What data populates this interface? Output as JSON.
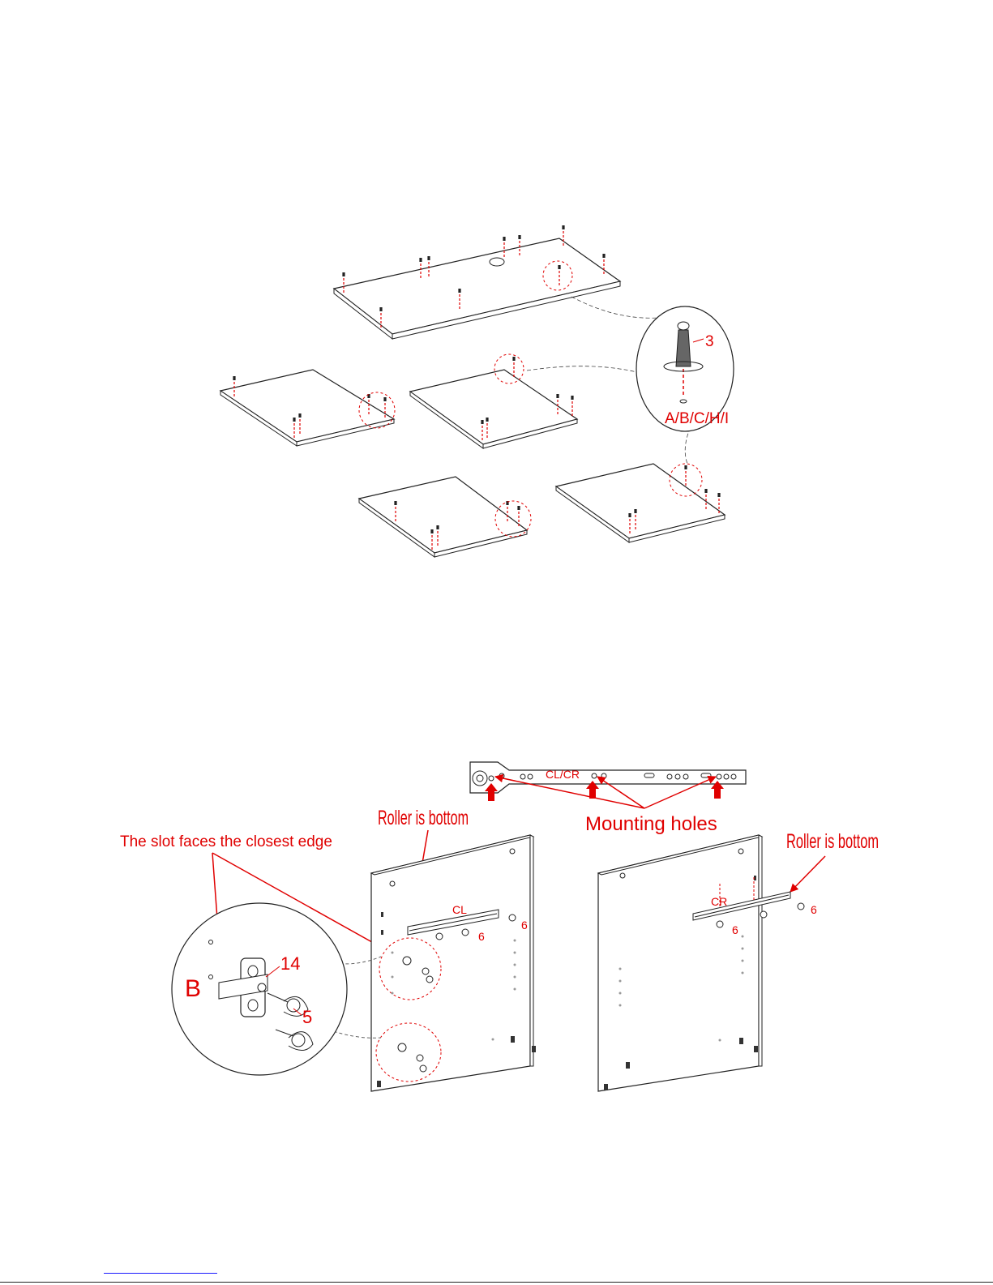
{
  "step1": {
    "part_number": "3",
    "panels_label": "A/B/C/H/I"
  },
  "step2": {
    "rail_label": "CL/CR",
    "mounting_holes": "Mounting holes",
    "roller_left": "Roller is bottom",
    "roller_right": "Roller is bottom",
    "slot_note": "The slot faces the closest edge",
    "left_rail": "CL",
    "right_rail": "CR",
    "screw_label": "6",
    "hinge_panel": "B",
    "hinge_part": "14",
    "hinge_screw": "5"
  },
  "colors": {
    "annotation": "#e00000",
    "line": "#222222"
  }
}
